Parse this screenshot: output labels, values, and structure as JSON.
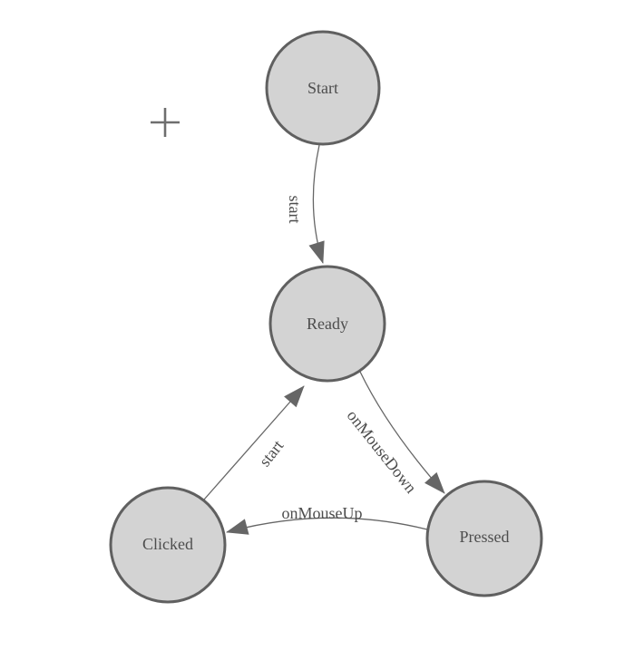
{
  "diagram": {
    "nodes": [
      {
        "id": "start",
        "label": "Start"
      },
      {
        "id": "ready",
        "label": "Ready"
      },
      {
        "id": "clicked",
        "label": "Clicked"
      },
      {
        "id": "pressed",
        "label": "Pressed"
      }
    ],
    "edges": [
      {
        "from": "Start",
        "to": "Ready",
        "label": "start"
      },
      {
        "from": "Ready",
        "to": "Pressed",
        "label": "onMouseDown"
      },
      {
        "from": "Pressed",
        "to": "Clicked",
        "label": "onMouseUp"
      },
      {
        "from": "Clicked",
        "to": "Ready",
        "label": "start"
      }
    ],
    "cursor": {
      "icon": "crosshair-icon"
    },
    "colors": {
      "background": "#ffffff",
      "node_fill": "#d3d3d3",
      "node_stroke": "#606060",
      "edge": "#666666",
      "label": "#4d4d4d",
      "cursor": "#6e6e6e"
    }
  }
}
